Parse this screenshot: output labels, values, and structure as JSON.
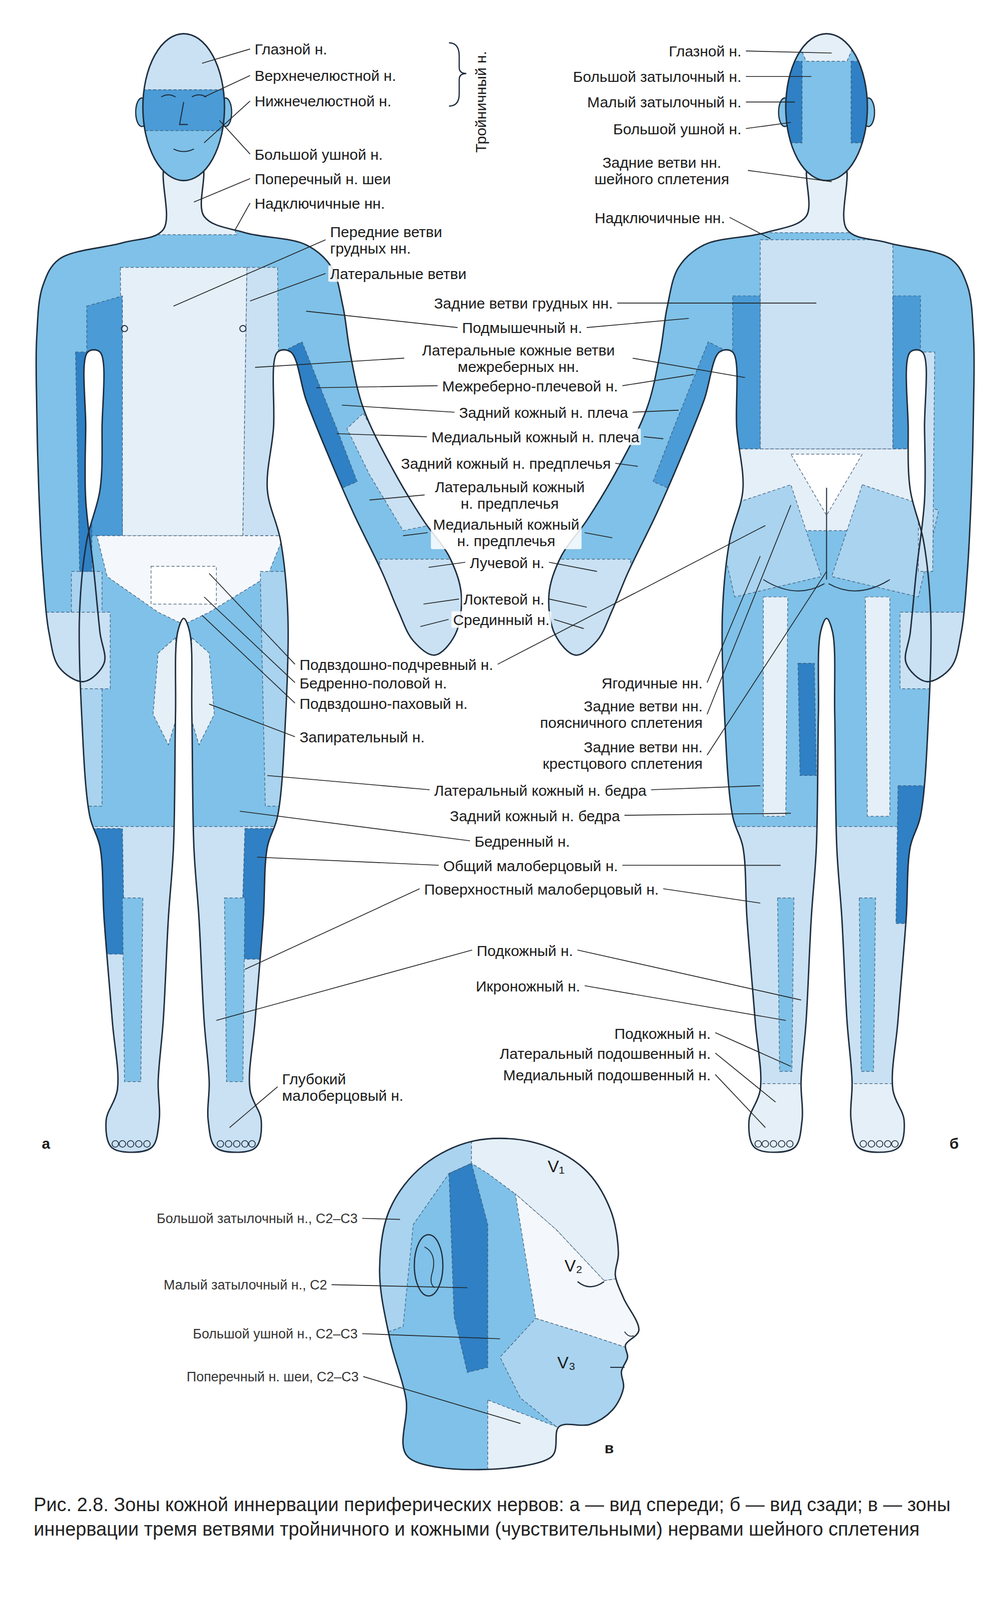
{
  "diagram": {
    "caption": "Рис. 2.8. Зоны кожной иннервации периферических нервов: а — вид спереди; б — вид сзади; в — зоны иннервации тремя ветвями тройничного и кожными (чувствительными) нервами шейного сплетения",
    "labels": [
      "Глазной н.",
      "Верхнечелюстной н.",
      "Нижнечелюстной н.",
      "Тройничный н.",
      "Большой ушной н.",
      "Поперечный н. шеи",
      "Надключичные нн.",
      "Передние ветви грудных нн.",
      "Латеральные ветви",
      "Глазной н.",
      "Большой затылочный н.",
      "Малый затылочный н.",
      "Большой ушной н.",
      "Задние ветви нн. шейного сплетения",
      "Надключичные нн.",
      "Задние ветви грудных нн.",
      "Подмышечный н.",
      "Латеральные кожные ветви межреберных нн.",
      "Межреберно-плечевой н.",
      "Задний кожный н. плеча",
      "Медиальный кожный н. плеча",
      "Задний кожный н. предплечья",
      "Латеральный кожный н. предплечья",
      "Медиальный кожный н. предплечья",
      "Лучевой н.",
      "Локтевой н.",
      "Срединный н.",
      "Подвздошно-подчревный н.",
      "Бедренно-половой н.",
      "Подвздошно-паховый н.",
      "Ягодичные нн.",
      "Задние ветви нн. поясничного сплетения",
      "Запирательный н.",
      "Задние ветви нн. крестцового сплетения",
      "Латеральный кожный н. бедра",
      "Задний кожный н. бедра",
      "Бедренный н.",
      "Общий малоберцовый н.",
      "Поверхностный малоберцовый н.",
      "Подкожный н.",
      "Икроножный н.",
      "Подкожный н.",
      "Латеральный подошвенный н.",
      "Медиальный подошвенный н.",
      "Глубокий малоберцовый н.",
      "а",
      "б",
      "V₁",
      "V₂",
      "V₃",
      "Большой затылочный н., C2–C3",
      "Малый затылочный н., C2",
      "Большой ушной н., C2–C3",
      "Поперечный н. шеи, C2–C3",
      "в"
    ]
  }
}
